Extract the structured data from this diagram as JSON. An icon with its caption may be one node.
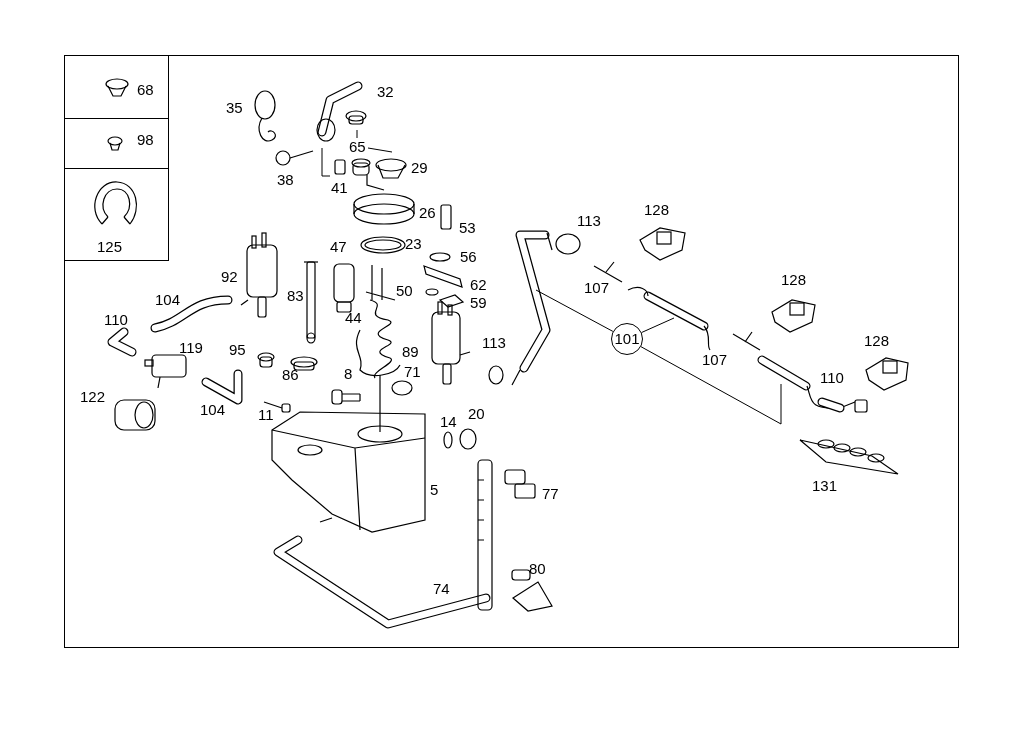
{
  "diagram": {
    "nodes": [
      {
        "text": [
          "68"
        ]
      },
      {
        "text": [
          "98"
        ]
      },
      {
        "text": [
          "125"
        ]
      },
      {
        "text": [
          "101"
        ]
      },
      {
        "text": [
          "41"
        ]
      },
      {
        "text": [
          "65"
        ]
      }
    ],
    "edges": [
      {
        "from": 3,
        "to": null,
        "arrow": "none"
      },
      {
        "from": 3,
        "to": null,
        "arrow": "none"
      },
      {
        "from": 3,
        "to": null,
        "arrow": "none"
      },
      {
        "from": 4,
        "to": null,
        "arrow": "none"
      },
      {
        "from": 5,
        "to": null,
        "arrow": "none"
      },
      {
        "from": 5,
        "to": null,
        "arrow": "none"
      }
    ],
    "labels": [
      "32",
      "35",
      "29",
      "38",
      "26",
      "53",
      "113",
      "128",
      "47",
      "23",
      "56",
      "92",
      "62",
      "128",
      "104",
      "83",
      "50",
      "59",
      "107",
      "110",
      "44",
      "113",
      "119",
      "95",
      "89",
      "107",
      "128",
      "86",
      "71",
      "110",
      "8",
      "122",
      "104",
      "11",
      "14",
      "20",
      "131",
      "5",
      "77",
      "80",
      "74"
    ]
  }
}
